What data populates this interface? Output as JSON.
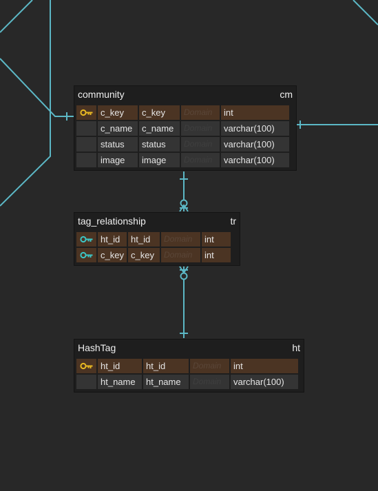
{
  "colors": {
    "canvas": "#282828",
    "connector": "#5cb8c6",
    "primary_key_row": "#4b3423",
    "plain_row": "#343434",
    "primary_key_icon": "#e8b923",
    "foreign_key_icon": "#3cc6c6"
  },
  "entities": [
    {
      "name": "community",
      "alias": "cm",
      "columns": [
        {
          "key_icon": "primary-key-icon",
          "name": "c_key",
          "logical": "c_key",
          "domain": "Domain",
          "type": "int"
        },
        {
          "key_icon": "",
          "name": "c_name",
          "logical": "c_name",
          "domain": "Domain",
          "type": "varchar(100)"
        },
        {
          "key_icon": "",
          "name": "status",
          "logical": "status",
          "domain": "Domain",
          "type": "varchar(100)"
        },
        {
          "key_icon": "",
          "name": "image",
          "logical": "image",
          "domain": "Domain",
          "type": "varchar(100)"
        }
      ]
    },
    {
      "name": "tag_relationship",
      "alias": "tr",
      "columns": [
        {
          "key_icon": "foreign-key-icon",
          "name": "ht_id",
          "logical": "ht_id",
          "domain": "Domain",
          "type": "int"
        },
        {
          "key_icon": "foreign-key-icon",
          "name": "c_key",
          "logical": "c_key",
          "domain": "Domain",
          "type": "int"
        }
      ]
    },
    {
      "name": "HashTag",
      "alias": "ht",
      "columns": [
        {
          "key_icon": "primary-key-icon",
          "name": "ht_id",
          "logical": "ht_id",
          "domain": "Domain",
          "type": "int"
        },
        {
          "key_icon": "",
          "name": "ht_name",
          "logical": "ht_name",
          "domain": "Domain",
          "type": "varchar(100)"
        }
      ]
    }
  ],
  "relationships": [
    {
      "from": "community",
      "to": "tag_relationship",
      "from_end": "one",
      "to_end": "zero-or-many"
    },
    {
      "from": "HashTag",
      "to": "tag_relationship",
      "from_end": "one",
      "to_end": "zero-or-many"
    }
  ]
}
